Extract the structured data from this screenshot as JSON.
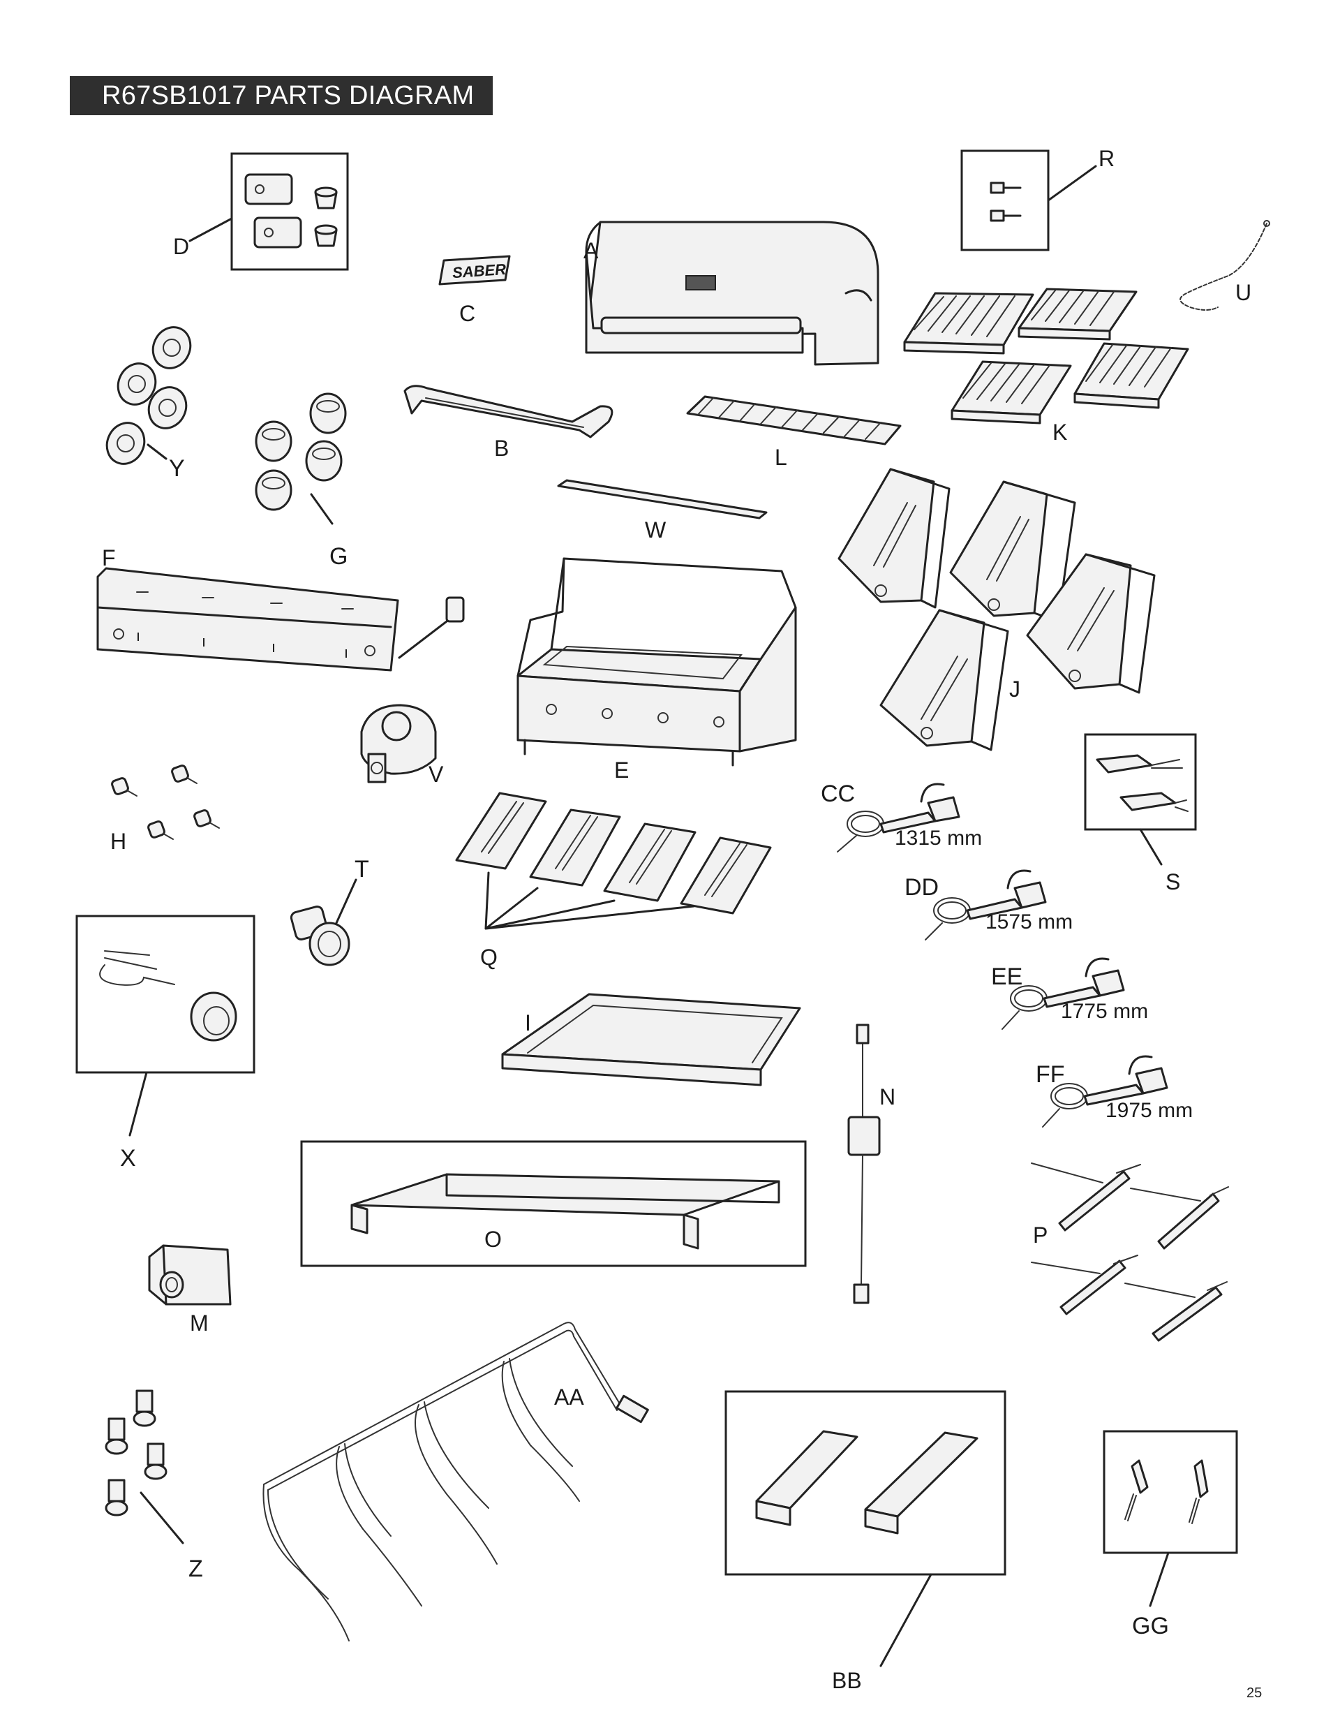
{
  "title": "R67SB1017 PARTS DIAGRAM",
  "page_number": "25",
  "brand_badge": "SABER",
  "parts": [
    {
      "key": "A",
      "label": "A"
    },
    {
      "key": "B",
      "label": "B"
    },
    {
      "key": "C",
      "label": "C"
    },
    {
      "key": "D",
      "label": "D"
    },
    {
      "key": "E",
      "label": "E"
    },
    {
      "key": "F",
      "label": "F"
    },
    {
      "key": "G",
      "label": "G"
    },
    {
      "key": "H",
      "label": "H"
    },
    {
      "key": "I",
      "label": "I"
    },
    {
      "key": "J",
      "label": "J"
    },
    {
      "key": "K",
      "label": "K"
    },
    {
      "key": "L",
      "label": "L"
    },
    {
      "key": "M",
      "label": "M"
    },
    {
      "key": "N",
      "label": "N"
    },
    {
      "key": "O",
      "label": "O"
    },
    {
      "key": "P",
      "label": "P"
    },
    {
      "key": "Q",
      "label": "Q"
    },
    {
      "key": "R",
      "label": "R"
    },
    {
      "key": "S",
      "label": "S"
    },
    {
      "key": "T",
      "label": "T"
    },
    {
      "key": "U",
      "label": "U"
    },
    {
      "key": "V",
      "label": "V"
    },
    {
      "key": "W",
      "label": "W"
    },
    {
      "key": "X",
      "label": "X"
    },
    {
      "key": "Y",
      "label": "Y"
    },
    {
      "key": "Z",
      "label": "Z"
    },
    {
      "key": "AA",
      "label": "AA"
    },
    {
      "key": "BB",
      "label": "BB"
    },
    {
      "key": "CC",
      "label": "CC",
      "length": "1315 mm"
    },
    {
      "key": "DD",
      "label": "DD",
      "length": "1575 mm"
    },
    {
      "key": "EE",
      "label": "EE",
      "length": "1775 mm"
    },
    {
      "key": "FF",
      "label": "FF",
      "length": "1975 mm"
    },
    {
      "key": "GG",
      "label": "GG"
    }
  ]
}
